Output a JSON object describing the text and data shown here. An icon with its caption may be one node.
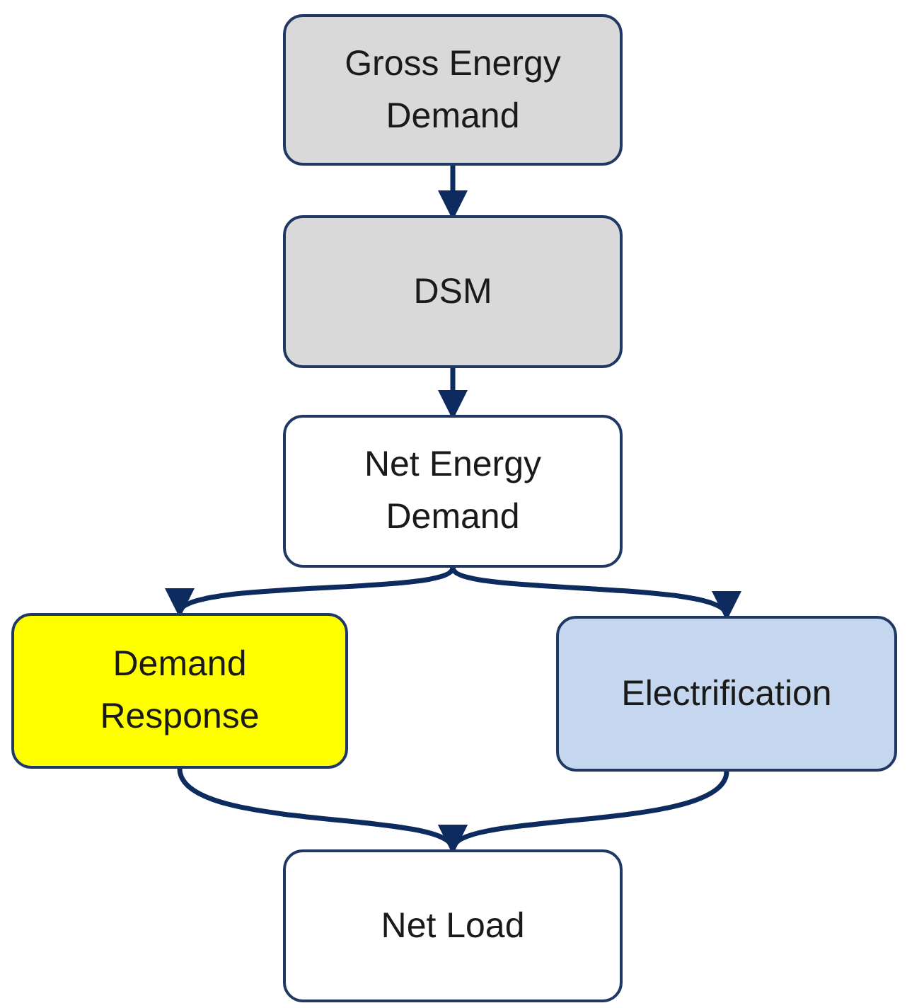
{
  "diagram": {
    "nodes": [
      {
        "text": [
          "Gross Energy Demand"
        ]
      },
      {
        "text": [
          "DSM"
        ]
      },
      {
        "text": [
          "Net Energy Demand"
        ]
      },
      {
        "text": [
          "Demand Response"
        ]
      },
      {
        "text": [
          "Electrification"
        ]
      },
      {
        "text": [
          "Net Load"
        ]
      }
    ],
    "edges": [
      {
        "from": 0,
        "to": 1,
        "arrow": "to"
      },
      {
        "from": 1,
        "to": 2,
        "arrow": "to"
      },
      {
        "from": 2,
        "to": 3,
        "arrow": "to"
      },
      {
        "from": 2,
        "to": 4,
        "arrow": "to"
      },
      {
        "from": 3,
        "to": 5,
        "arrow": "to"
      },
      {
        "from": 4,
        "to": 5,
        "arrow": "to"
      }
    ]
  }
}
